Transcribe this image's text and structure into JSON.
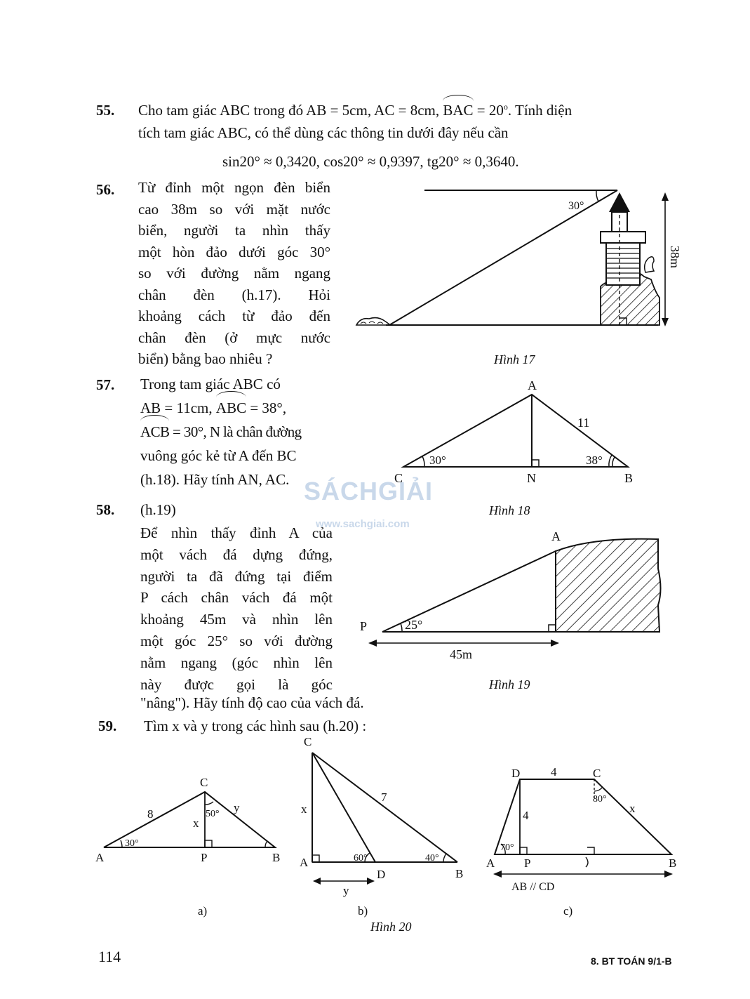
{
  "problems": {
    "p55": {
      "number": "55.",
      "line1_a": "Cho tam giác ABC trong đó AB = 5cm, AC = 8cm, ",
      "angle": "BAC",
      "line1_b": " = 20",
      "line1_deg": "o",
      "line1_c": ". Tính diện",
      "line2": "tích tam giác ABC, có thể dùng các thông tin dưới đây nếu cần",
      "formula": "sin20° ≈ 0,3420, cos20° ≈ 0,9397, tg20° ≈ 0,3640."
    },
    "p56": {
      "number": "56.",
      "lines": [
        "Từ đỉnh một ngọn đèn biển",
        "cao 38m so với mặt nước",
        "biển, người ta nhìn thấy",
        "một hòn đảo dưới góc 30°",
        "so với đường nằm ngang",
        "chân đèn (h.17). Hỏi",
        "khoảng cách từ đảo đến",
        "chân đèn (ở mực nước",
        "biển) bằng bao nhiêu ?"
      ]
    },
    "p57": {
      "number": "57.",
      "line1": "Trong tam giác ABC có",
      "line2_a": "AB = 11cm, ",
      "line2_angle": "ABC",
      "line2_b": " = 38°,",
      "line3_angle": "ACB",
      "line3_b": " = 30°, N là chân đường",
      "line4": "vuông góc kẻ từ A đến BC",
      "line5": "(h.18). Hãy tính AN, AC."
    },
    "p58": {
      "number": "58.",
      "ref": "(h.19)",
      "lines": [
        "Để nhìn thấy đỉnh A của",
        "một vách đá dựng đứng,",
        "người ta đã đứng tại điểm",
        "P cách chân vách đá một",
        "khoảng 45m và nhìn lên",
        "một góc 25° so với đường",
        "nằm ngang (góc nhìn lên",
        "này được gọi là góc"
      ],
      "last_line": "\"nâng\"). Hãy tính độ cao của vách đá."
    },
    "p59": {
      "number": "59.",
      "text": "Tìm x và y trong các hình sau (h.20) :"
    }
  },
  "figures": {
    "h17": {
      "caption": "Hình 17",
      "angle": "30°",
      "height": "38m"
    },
    "h18": {
      "caption": "Hình 18",
      "A": "A",
      "B": "B",
      "C": "C",
      "N": "N",
      "side": "11",
      "angle_c": "30°",
      "angle_b": "38°"
    },
    "h19": {
      "caption": "Hình 19",
      "A": "A",
      "P": "P",
      "angle": "25°",
      "distance": "45m"
    },
    "h20": {
      "caption": "Hình 20",
      "a": {
        "label": "a)",
        "A": "A",
        "B": "B",
        "C": "C",
        "P": "P",
        "side_ac": "8",
        "x": "x",
        "y": "y",
        "angle_a": "30°",
        "angle_c": "50°"
      },
      "b": {
        "label": "b)",
        "A": "A",
        "B": "B",
        "C": "C",
        "D": "D",
        "x": "x",
        "y": "y",
        "side": "7",
        "angle_d": "60°",
        "angle_b": "40°"
      },
      "c": {
        "label": "c)",
        "A": "A",
        "B": "B",
        "C": "C",
        "D": "D",
        "P": "P",
        "top": "4",
        "height": "4",
        "x": "x",
        "angle_a": "70°",
        "angle_c": "80°",
        "note": "AB // CD"
      }
    }
  },
  "watermark": {
    "brand_a": "SÁCH",
    "brand_b": "GIẢI",
    "url": "www.sachgiai.com"
  },
  "footer": {
    "page_number": "114",
    "book_ref": "8. BT TOÁN 9/1-B"
  }
}
